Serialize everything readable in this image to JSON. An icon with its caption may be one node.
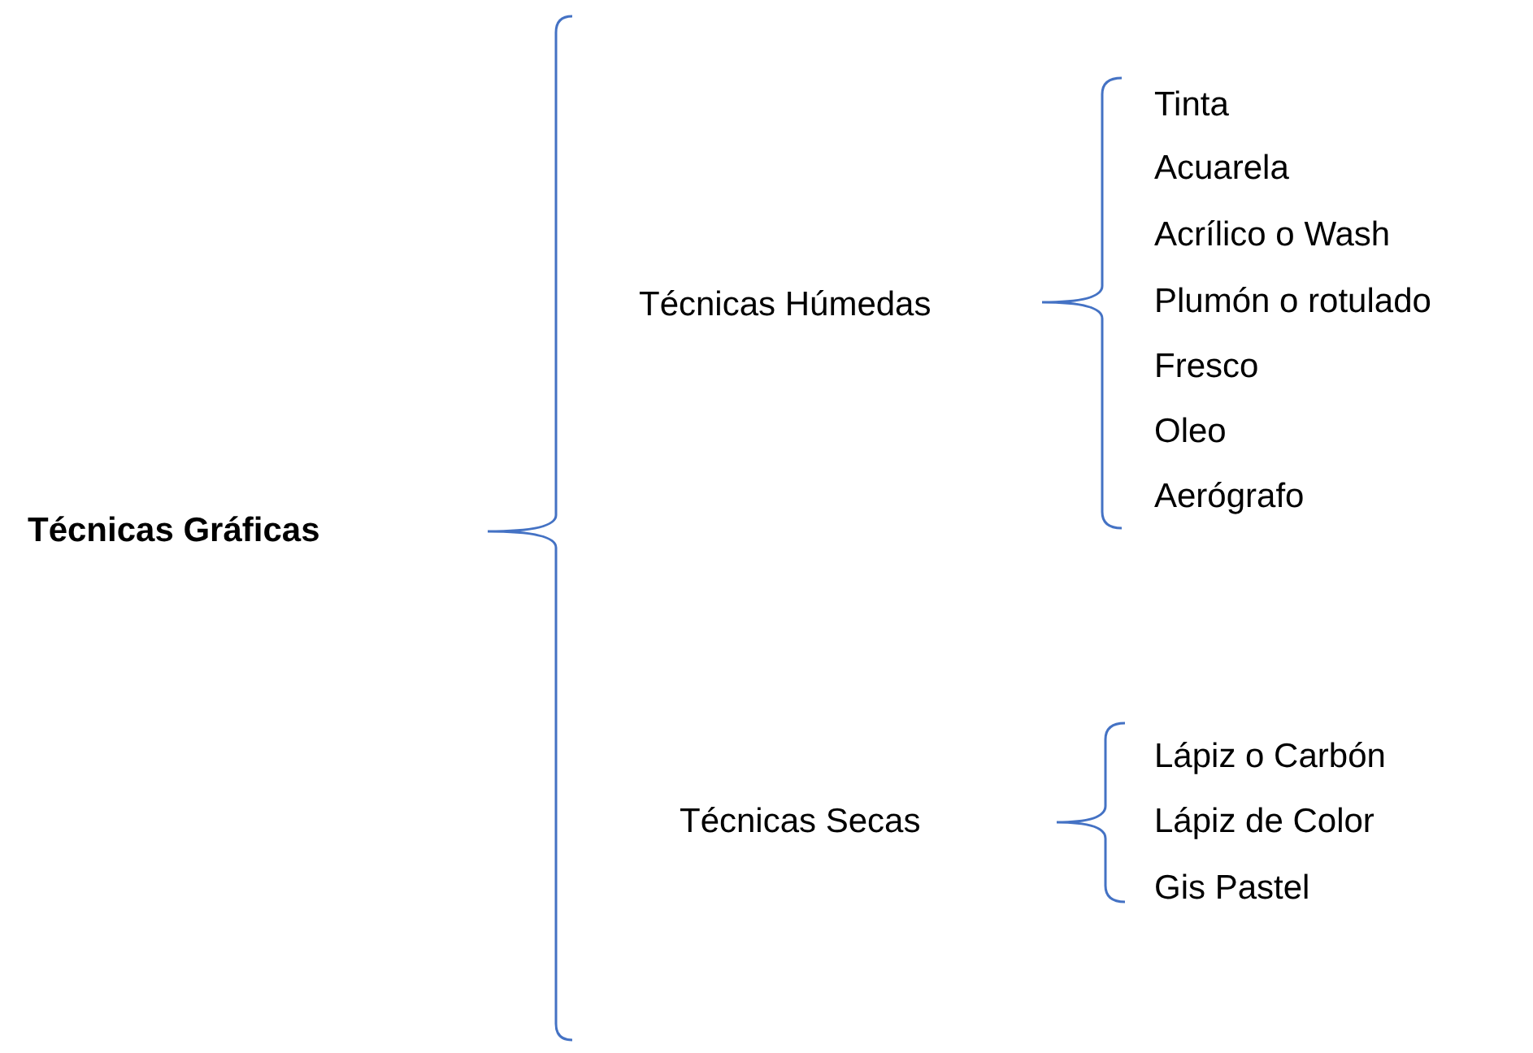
{
  "diagram": {
    "title": "Técnicas Gráficas",
    "labels": [
      "Técnicas Húmedas",
      "Tinta",
      "Acuarela",
      "Acrílico o Wash",
      "Plumón o rotulado",
      "Fresco",
      "Oleo",
      "Aerógrafo",
      "Técnicas Secas",
      "Lápiz o Carbón",
      "Lápiz de Color",
      "Gis Pastel"
    ]
  }
}
